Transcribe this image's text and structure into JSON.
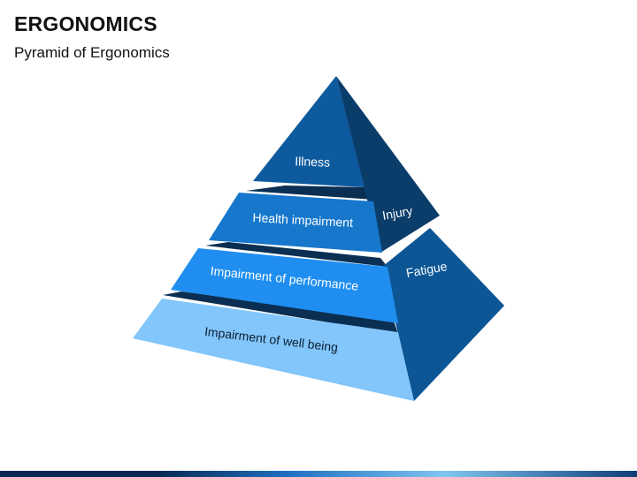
{
  "title": "ERGONOMICS",
  "subtitle": "Pyramid of Ergonomics",
  "levels": [
    {
      "label": "Illness",
      "color": "#0e5a9e"
    },
    {
      "label": "Health impairment",
      "color": "#1677cc"
    },
    {
      "label": "Impairment of performance",
      "color": "#1f8ef0"
    },
    {
      "label": "Impairment of well being",
      "color": "#82c6fb"
    }
  ],
  "side_labels": [
    {
      "label": "Injury"
    },
    {
      "label": "Fatigue"
    }
  ],
  "colors": {
    "side_top": "#0b3d6b",
    "side_bottom": "#0d5696",
    "gap": "#0a2f52"
  }
}
